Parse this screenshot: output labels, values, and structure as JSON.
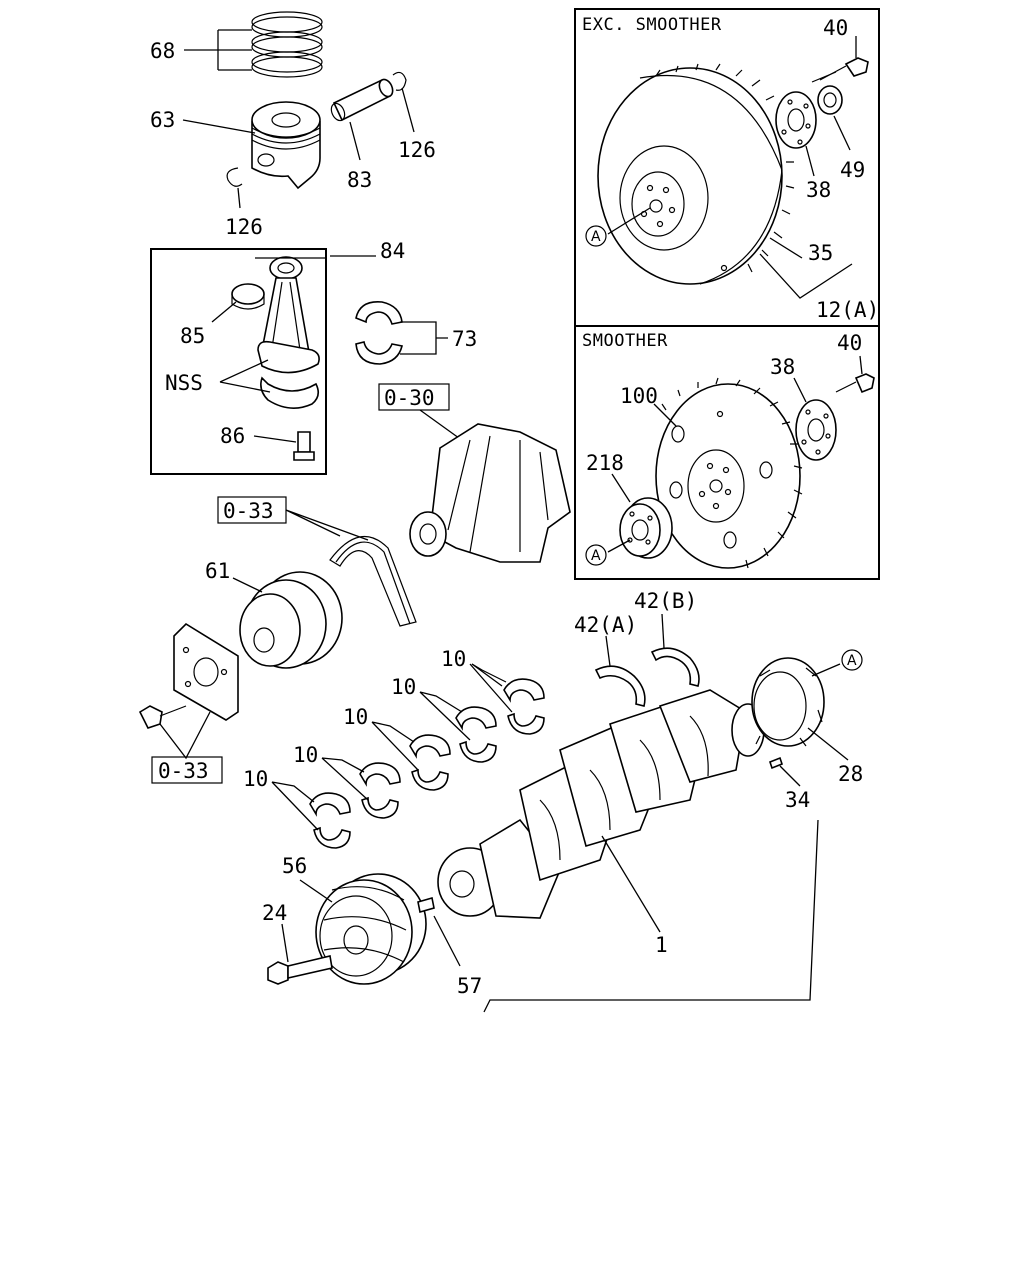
{
  "panels": {
    "exc_smoother": {
      "title": "EXC. SMOOTHER"
    },
    "smoother": {
      "title": "SMOOTHER"
    }
  },
  "references": {
    "water_pump": "0-30",
    "belt": "0-33",
    "bracket": "0-33"
  },
  "markers": {
    "a_ring": "A",
    "a_flywheel": "A",
    "a_flexplate": "A"
  },
  "callouts": {
    "p68": "68",
    "p63": "63",
    "p83": "83",
    "p126_top": "126",
    "p126_bottom": "126",
    "p84": "84",
    "p85": "85",
    "nss": "NSS",
    "p86": "86",
    "p73": "73",
    "p61": "61",
    "p10_a": "10",
    "p10_b": "10",
    "p10_c": "10",
    "p10_d": "10",
    "p10_e": "10",
    "p42a": "42(A)",
    "p42b": "42(B)",
    "p28": "28",
    "p34": "34",
    "p56": "56",
    "p24": "24",
    "p57": "57",
    "p1": "1",
    "p40_top": "40",
    "p49": "49",
    "p38_top": "38",
    "p35": "35",
    "p12a": "12(A)",
    "p40_bottom": "40",
    "p38_bottom": "38",
    "p100": "100",
    "p218": "218"
  }
}
